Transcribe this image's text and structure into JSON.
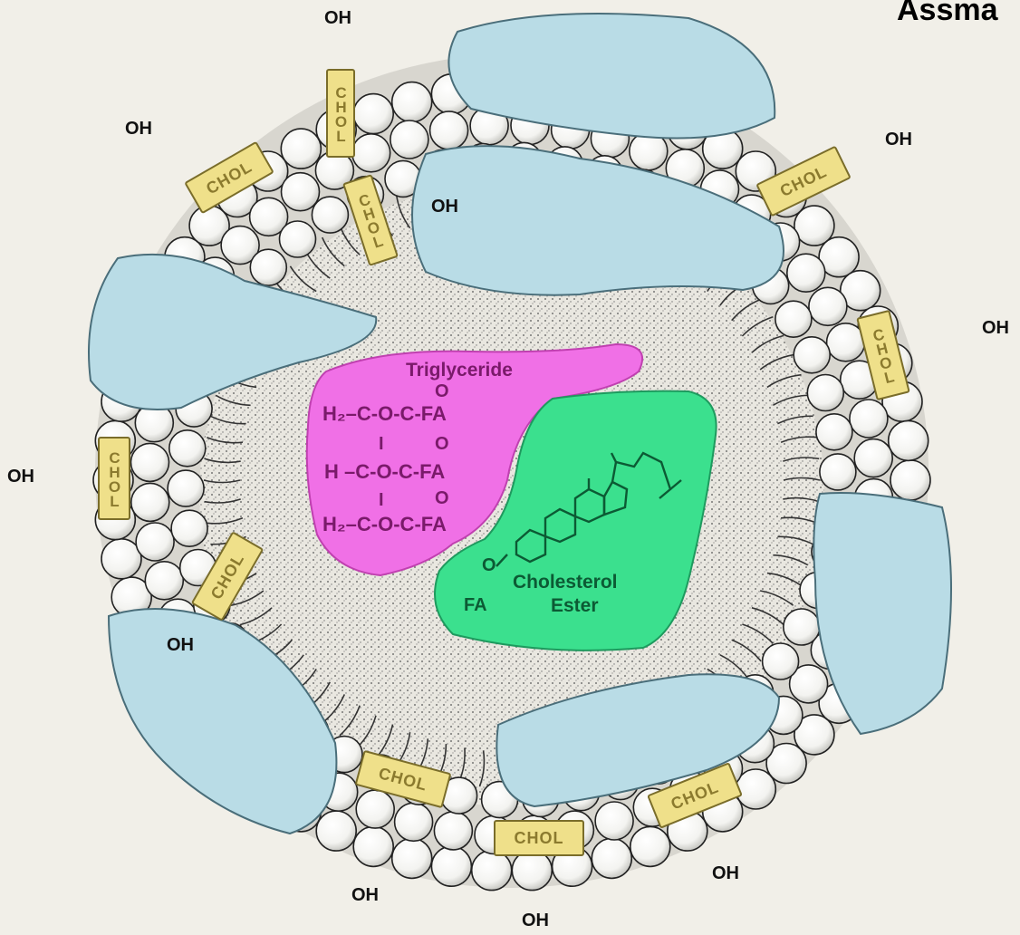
{
  "header": {
    "title": "Assma"
  },
  "membrane": {
    "oh_label": "OH",
    "chol_label": "CHOL"
  },
  "core": {
    "triglyceride": {
      "label": "Triglyceride",
      "rows": [
        "H₂–C-O-C-FA",
        "H  –C-O-C-FA",
        "H₂–C-O-C-FA"
      ],
      "carbonyl": "O",
      "bond": "I"
    },
    "cholesterol_ester": {
      "label_line1": "Cholesterol",
      "label_line2": "Ester",
      "ester_o": "O",
      "fa": "FA"
    }
  },
  "colors": {
    "protein": "#b9dce6",
    "chol": "#efe08a",
    "triglyceride": "#f070e6",
    "cholesterol_ester": "#3be08e",
    "phospholipid_head": "#ffffff"
  }
}
